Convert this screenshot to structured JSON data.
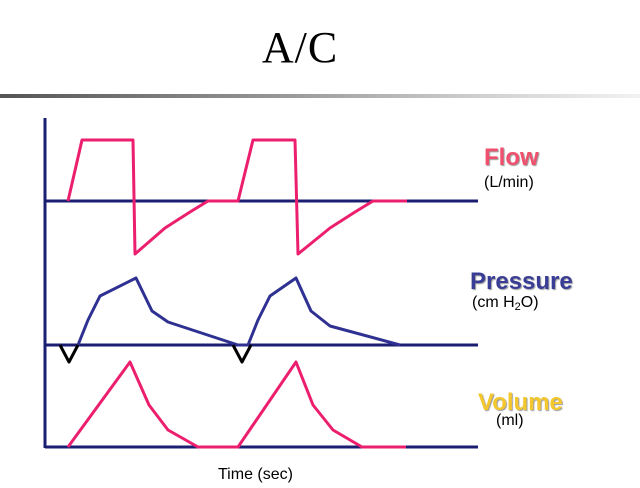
{
  "title": "A/C",
  "flow": {
    "label": "Flow",
    "unit": "(L/min)"
  },
  "pressure": {
    "label": "Pressure",
    "unit_prefix": "(cm H",
    "unit_sub": "2",
    "unit_suffix": "O)"
  },
  "volume": {
    "label": "Volume",
    "unit": "(ml)"
  },
  "time_label": "Time (sec)",
  "colors": {
    "flow": "#ec1f6e",
    "pressure": "#2e3192",
    "volume": "#ec1f6e",
    "trigger": "#000000",
    "baseline": "#1b1f72",
    "axis": "#1b1f72"
  }
}
